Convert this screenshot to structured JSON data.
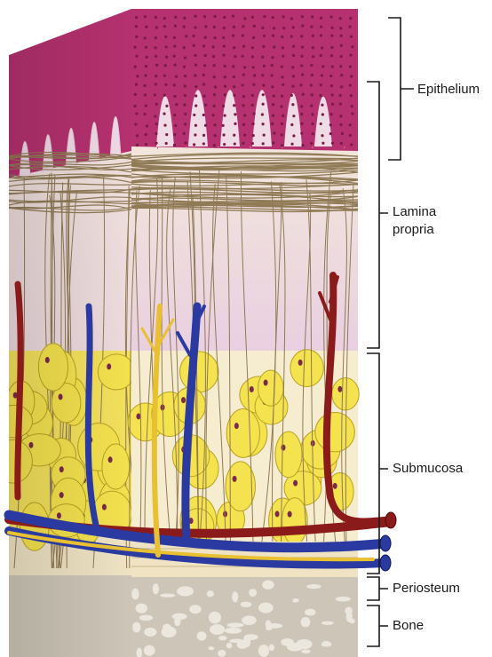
{
  "diagram": {
    "title": "",
    "labels": [
      {
        "id": "epithelium",
        "text": "Epithelium"
      },
      {
        "id": "lamina-propria",
        "text": "Lamina\npropria"
      },
      {
        "id": "submucosa",
        "text": "Submucosa"
      },
      {
        "id": "periosteum",
        "text": "Periosteum"
      },
      {
        "id": "bone",
        "text": "Bone"
      }
    ]
  },
  "colors": {
    "epithelium": "#b5316f",
    "epithelium_light": "#d8709e",
    "lamina": "#efdbe6",
    "fiber": "#8f7a55",
    "fat_cell": "#f4e24e",
    "fat_nucleus": "#7a2a4a",
    "artery": "#8b1a1a",
    "vein": "#2a3aa0",
    "nerve": "#e8c032",
    "periosteum": "#efe3c4",
    "bone": "#cdc6b8",
    "bracket": "#1a1a1a"
  }
}
